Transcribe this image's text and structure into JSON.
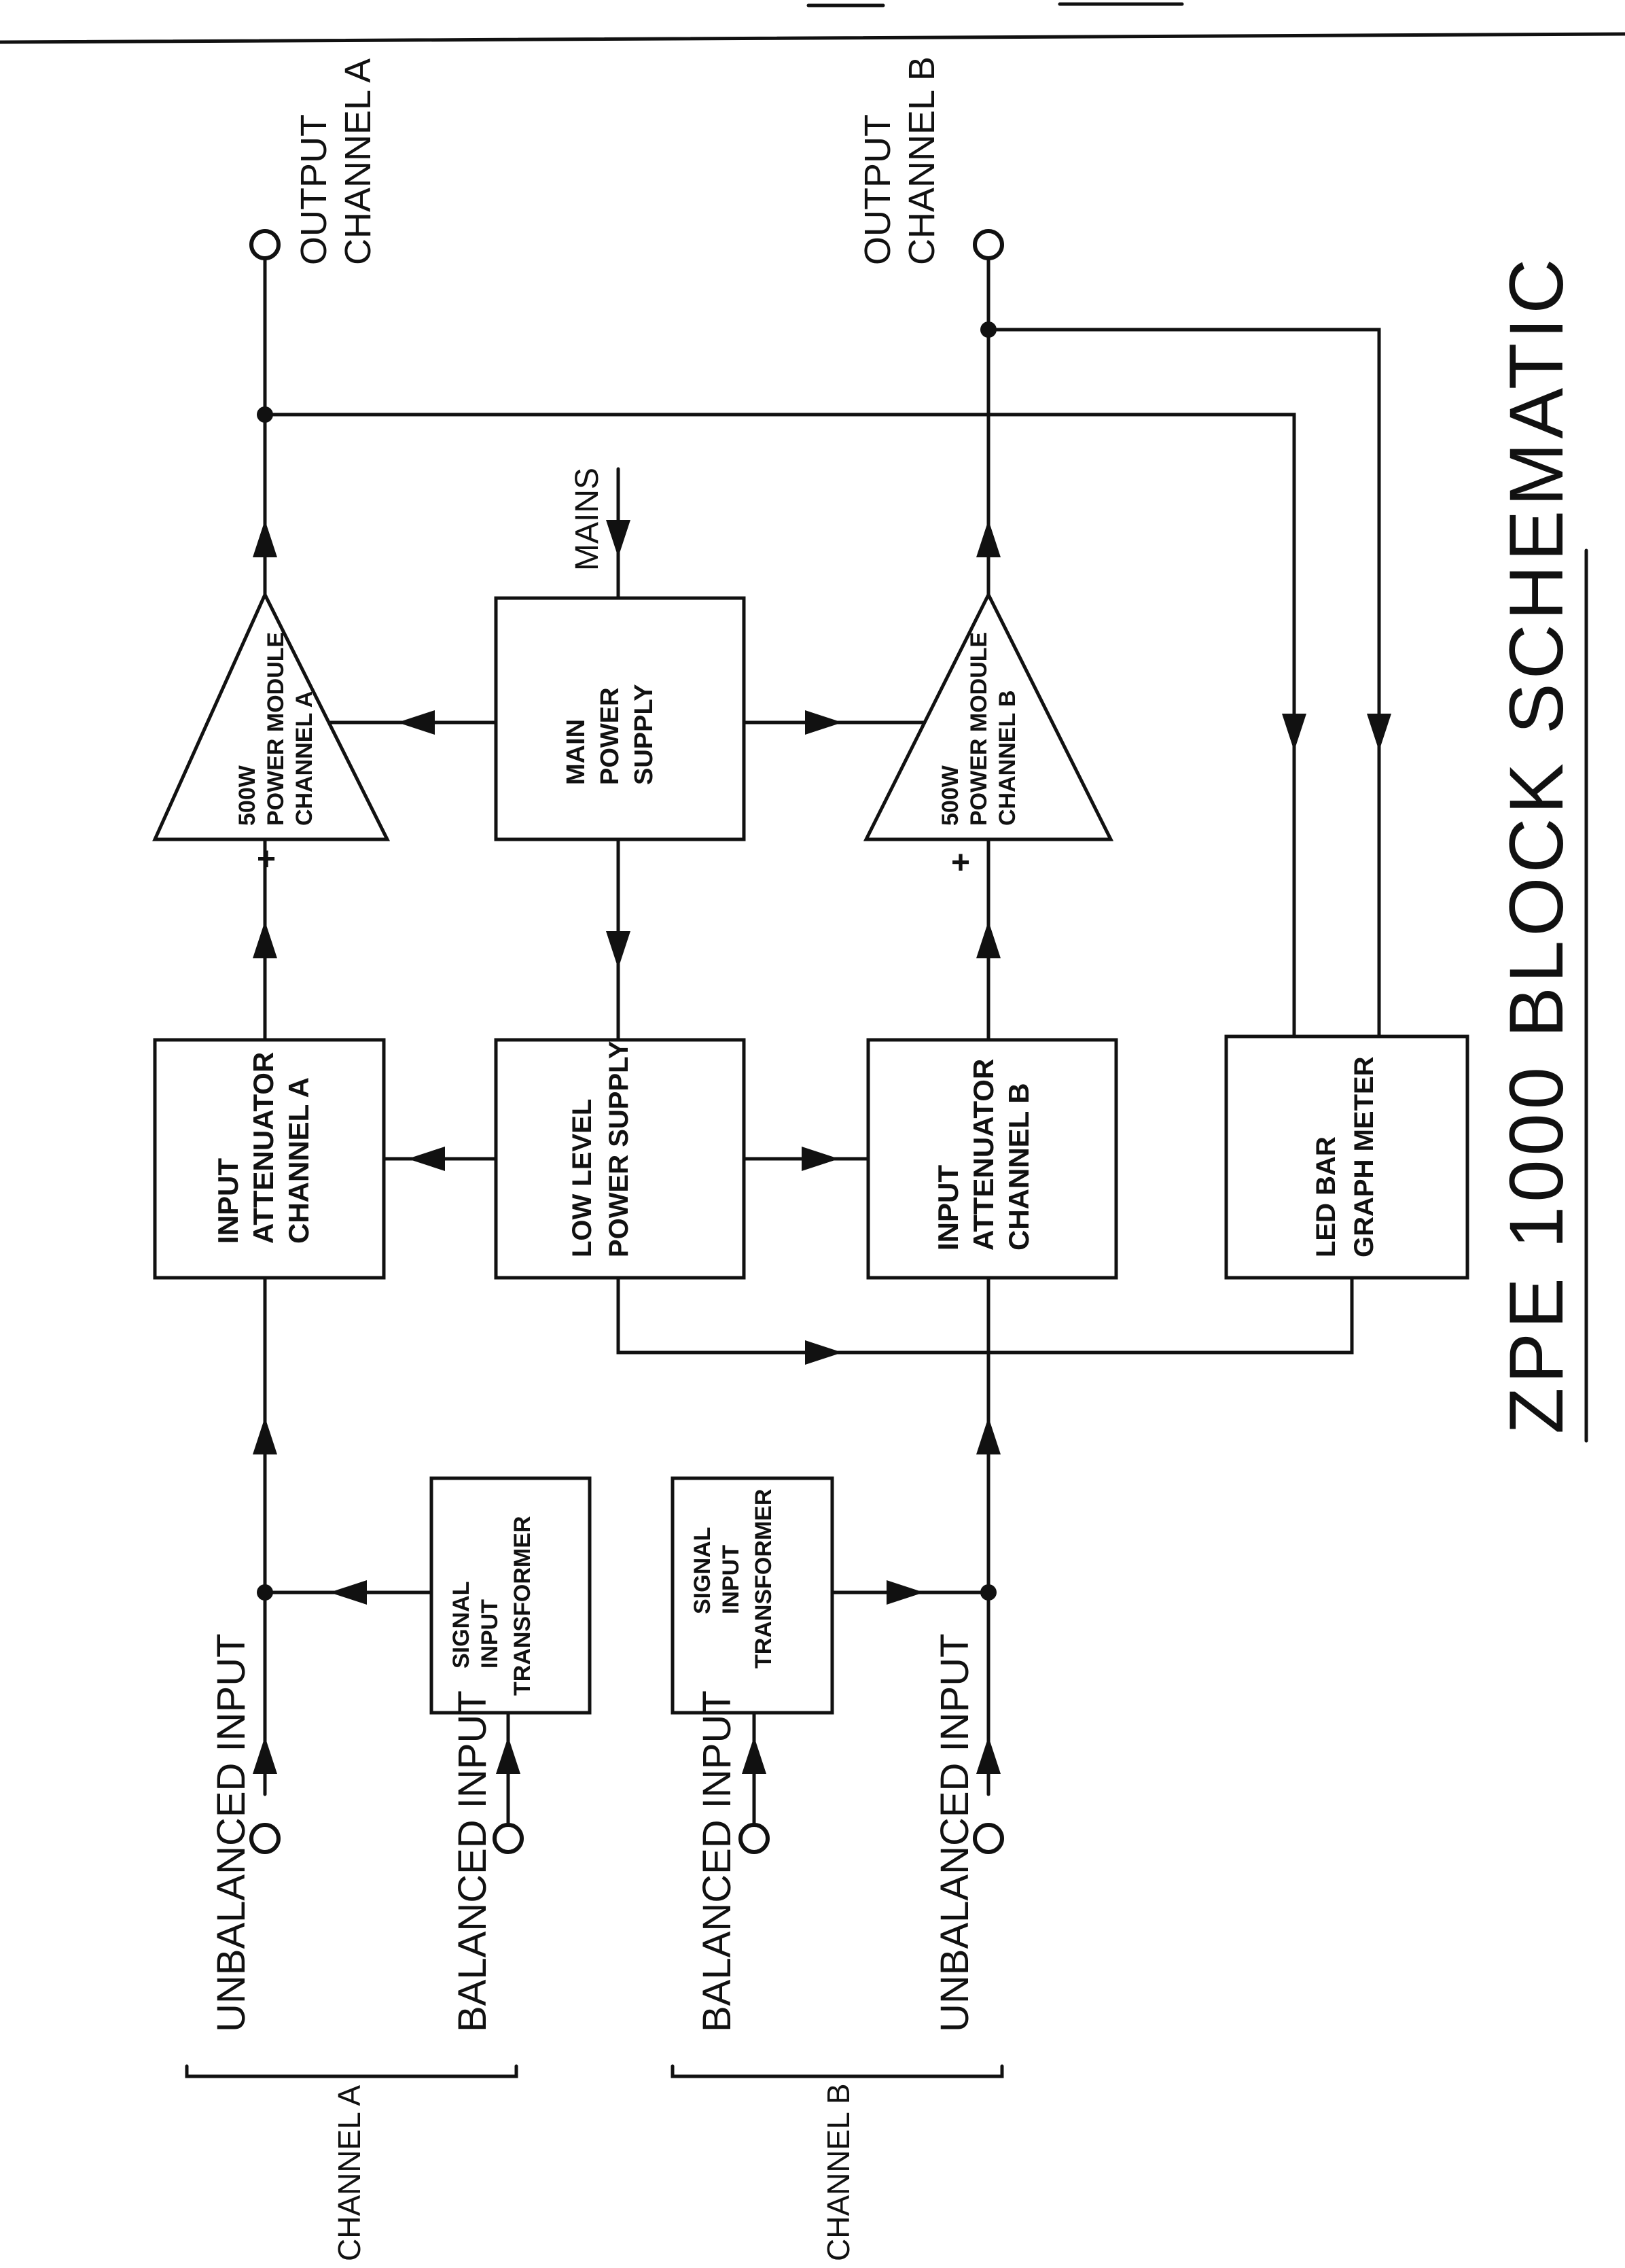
{
  "title": "ZPE 1000 BLOCK SCHEMATIC",
  "outputs": {
    "a": [
      "OUTPUT",
      "CHANNEL A"
    ],
    "b": [
      "OUTPUT",
      "CHANNEL B"
    ]
  },
  "mains": "MAINS",
  "blocks": {
    "power_module_a": [
      "500W",
      "POWER MODULE",
      "CHANNEL A"
    ],
    "main_power_supply": [
      "MAIN",
      "POWER",
      "SUPPLY"
    ],
    "power_module_b": [
      "500W",
      "POWER MODULE",
      "CHANNEL B"
    ],
    "input_attenuator_a": [
      "INPUT",
      "ATTENUATOR",
      "CHANNEL A"
    ],
    "low_level_power_supply": [
      "LOW LEVEL",
      "POWER SUPPLY"
    ],
    "input_attenuator_b": [
      "INPUT",
      "ATTENUATOR",
      "CHANNEL B"
    ],
    "led_bar_graph_meter": [
      "LED BAR",
      "GRAPH METER"
    ],
    "signal_input_transformer_a": [
      "SIGNAL",
      "INPUT",
      "TRANSFORMER"
    ],
    "signal_input_transformer_b": [
      "SIGNAL",
      "INPUT",
      "TRANSFORMER"
    ]
  },
  "plus_sign": "+",
  "inputs": {
    "unbalanced_a": "UNBALANCED INPUT",
    "balanced_a": "BALANCED INPUT",
    "balanced_b": "BALANCED INPUT",
    "unbalanced_b": "UNBALANCED INPUT"
  },
  "channel_groups": {
    "a": "CHANNEL A",
    "b": "CHANNEL B"
  }
}
